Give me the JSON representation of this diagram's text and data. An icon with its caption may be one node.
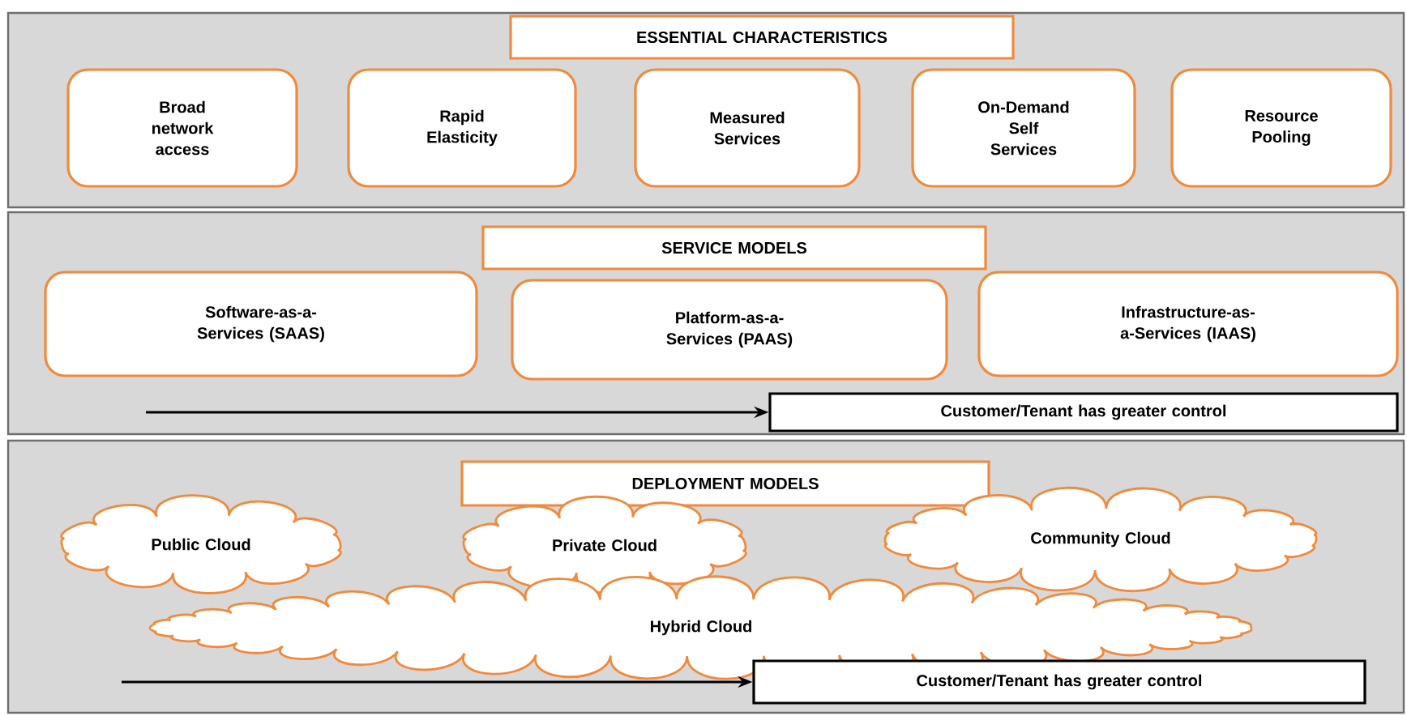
{
  "diagram": {
    "nodes": [
      {
        "text": [],
        "shape": "box"
      },
      {
        "text": [
          "ESSENTIAL CHARACTERISTICS"
        ],
        "in": 0
      },
      {
        "text": [
          "Broad network access"
        ],
        "in": 0
      },
      {
        "text": [
          "Rapid Elasticity"
        ],
        "in": 0
      },
      {
        "text": [
          "Measured Services"
        ],
        "in": 0
      },
      {
        "text": [
          "On-Demand Self Services"
        ],
        "in": 0
      },
      {
        "text": [
          "Resource Pooling"
        ],
        "in": 0
      },
      {
        "text": [],
        "shape": "box"
      },
      {
        "text": [
          "SERVICE MODELS"
        ],
        "in": 7
      },
      {
        "text": [
          "Software-as-a-Services (SAAS)"
        ],
        "in": 7
      },
      {
        "text": [
          "Platform-as-a-Services (PAAS)"
        ],
        "in": 7
      },
      {
        "text": [
          "Infrastructure-as-a-Services (IAAS)"
        ],
        "in": 7
      },
      {
        "text": [
          "Customer/Tenant has greater control"
        ],
        "in": 7
      },
      {
        "text": [],
        "shape": "box"
      },
      {
        "text": [
          "DEPLOYMENT MODELS"
        ],
        "in": 13
      },
      {
        "text": [
          "Public Cloud"
        ],
        "in": 13
      },
      {
        "text": [
          "Private Cloud"
        ],
        "in": 13
      },
      {
        "text": [
          "Community Cloud"
        ],
        "in": 13
      },
      {
        "text": [
          "Hybrid Cloud"
        ],
        "in": 13
      },
      {
        "text": [
          "Customer/Tenant has greater control"
        ],
        "in": 13
      }
    ],
    "edges": [
      {
        "from": null,
        "to": 12,
        "arrow": "to"
      },
      {
        "from": null,
        "to": 19,
        "arrow": "to"
      }
    ]
  }
}
